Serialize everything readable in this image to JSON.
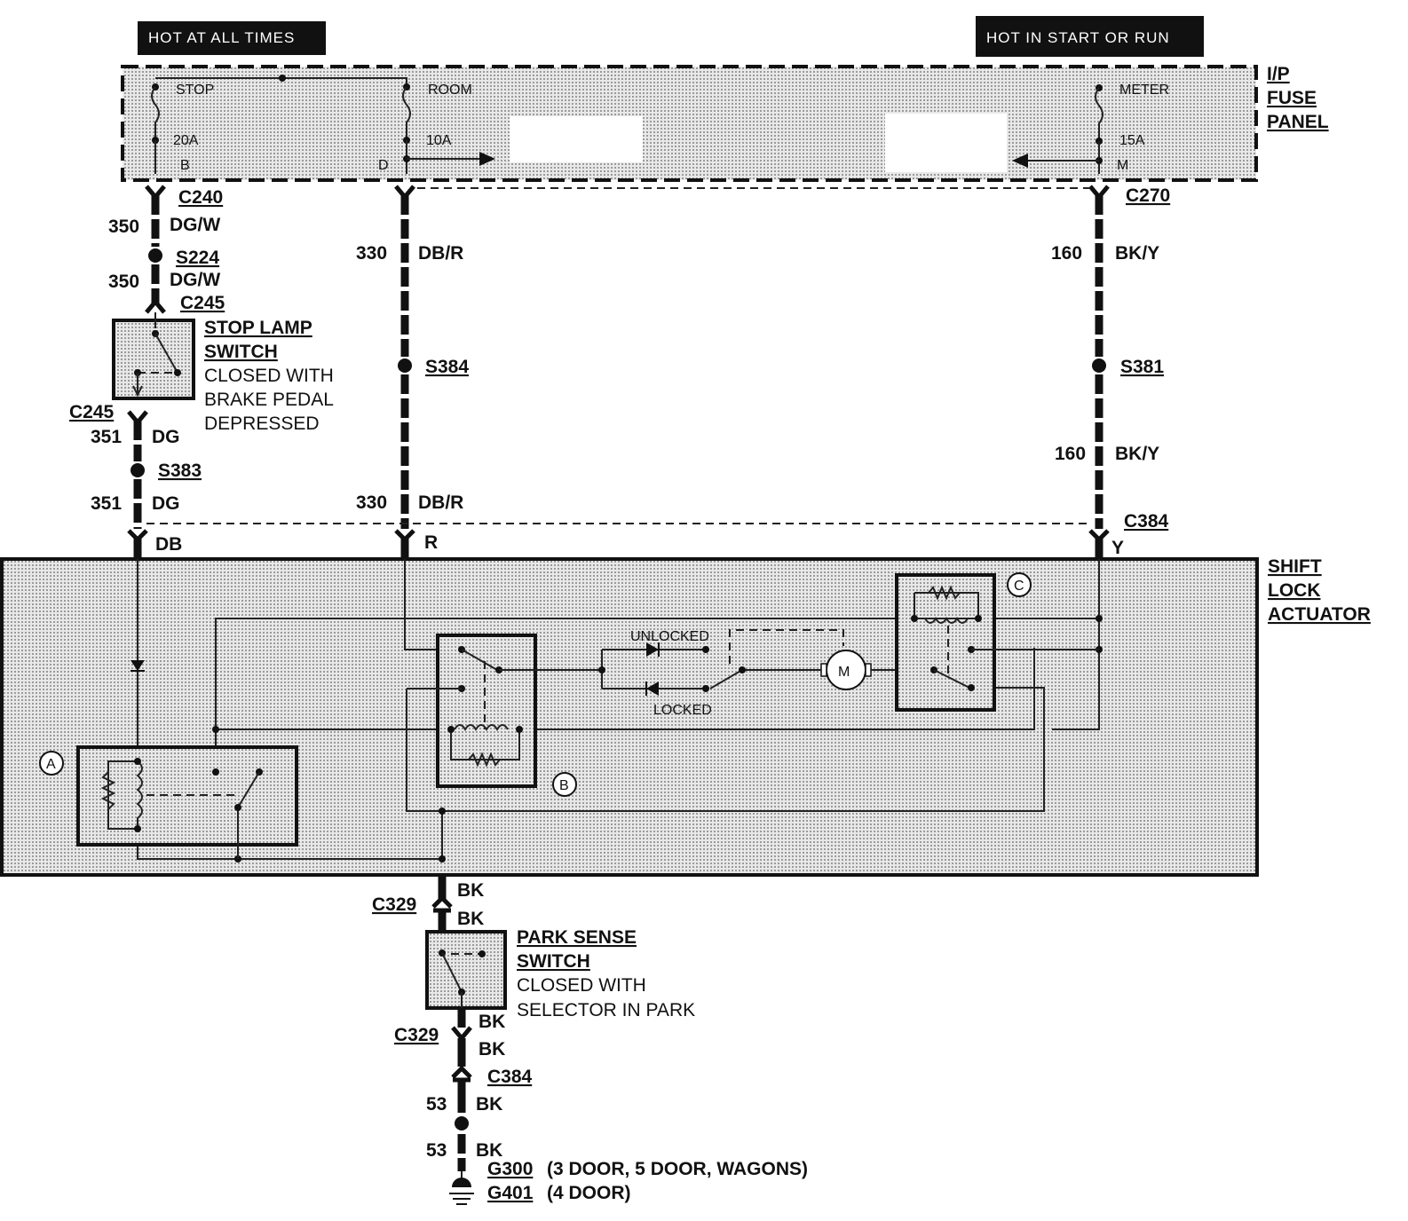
{
  "header": {
    "hot_always": "HOT AT ALL TIMES",
    "hot_start": "HOT IN START OR RUN"
  },
  "fuse_panel": {
    "label_1": "I/P",
    "label_2": "FUSE",
    "label_3": "PANEL",
    "fuses": [
      {
        "name": "STOP",
        "rating": "20A",
        "term": "B"
      },
      {
        "name": "ROOM",
        "rating": "10A",
        "term": "D"
      },
      {
        "name": "METER",
        "rating": "15A",
        "term": "M"
      }
    ]
  },
  "left_circuit": {
    "c240": "C240",
    "w350a_num": "350",
    "w350a_color": "DG/W",
    "s224": "S224",
    "w350b_num": "350",
    "w350b_color": "DG/W",
    "c245_top": "C245",
    "switch_title_1": "STOP LAMP",
    "switch_title_2": "SWITCH",
    "switch_desc_1": "CLOSED WITH",
    "switch_desc_2": "BRAKE PEDAL",
    "switch_desc_3": "DEPRESSED",
    "c245_bot": "C245",
    "w351a_num": "351",
    "w351a_color": "DG",
    "s383": "S383",
    "w351b_num": "351",
    "w351b_color": "DG",
    "pin": "DB"
  },
  "mid_circuit": {
    "w330a_num": "330",
    "w330a_color": "DB/R",
    "s384": "S384",
    "w330b_num": "330",
    "w330b_color": "DB/R",
    "pin": "R"
  },
  "right_circuit": {
    "c270": "C270",
    "w160a_num": "160",
    "w160a_color": "BK/Y",
    "s381": "S381",
    "w160b_num": "160",
    "w160b_color": "BK/Y",
    "c384": "C384",
    "pin": "Y"
  },
  "actuator": {
    "label_1": "SHIFT",
    "label_2": "LOCK",
    "label_3": "ACTUATOR",
    "unlocked": "UNLOCKED",
    "locked": "LOCKED",
    "motor": "M",
    "relay_a": "A",
    "relay_b": "B",
    "relay_c": "C"
  },
  "ground_circuit": {
    "bk1": "BK",
    "c329_top": "C329",
    "bk2": "BK",
    "park_title_1": "PARK SENSE",
    "park_title_2": "SWITCH",
    "park_desc_1": "CLOSED WITH",
    "park_desc_2": "SELECTOR IN PARK",
    "bk3": "BK",
    "c329_bot": "C329",
    "bk4": "BK",
    "c384": "C384",
    "w53a_num": "53",
    "w53a_color": "BK",
    "w53b_num": "53",
    "w53b_color": "BK",
    "g300": "G300",
    "g300_desc": "(3 DOOR, 5 DOOR, WAGONS)",
    "g401": "G401",
    "g401_desc": "(4 DOOR)"
  }
}
